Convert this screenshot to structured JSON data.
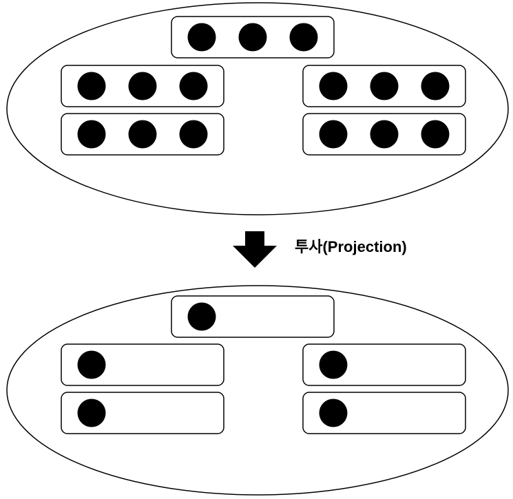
{
  "diagram": {
    "arrow_label": "투사(Projection)",
    "groups": [
      {
        "name": "before-projection",
        "boxes": [
          {
            "name": "top",
            "dots": 3
          },
          {
            "name": "left-upper",
            "dots": 3
          },
          {
            "name": "right-upper",
            "dots": 3
          },
          {
            "name": "left-lower",
            "dots": 3
          },
          {
            "name": "right-lower",
            "dots": 3
          }
        ]
      },
      {
        "name": "after-projection",
        "boxes": [
          {
            "name": "top",
            "dots": 1
          },
          {
            "name": "left-upper",
            "dots": 1
          },
          {
            "name": "right-upper",
            "dots": 1
          },
          {
            "name": "left-lower",
            "dots": 1
          },
          {
            "name": "right-lower",
            "dots": 1
          }
        ]
      }
    ]
  }
}
